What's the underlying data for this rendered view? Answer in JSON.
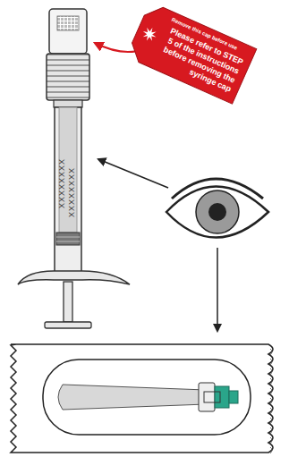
{
  "diagram": {
    "nodes": [
      {
        "text": [
          "Remove this cap before use",
          "Please refer to STEP 5 of the instructions before removing the syringe cap"
        ]
      }
    ],
    "labels": [
      "XXXXXXXX",
      "XXXXXXXX"
    ]
  }
}
